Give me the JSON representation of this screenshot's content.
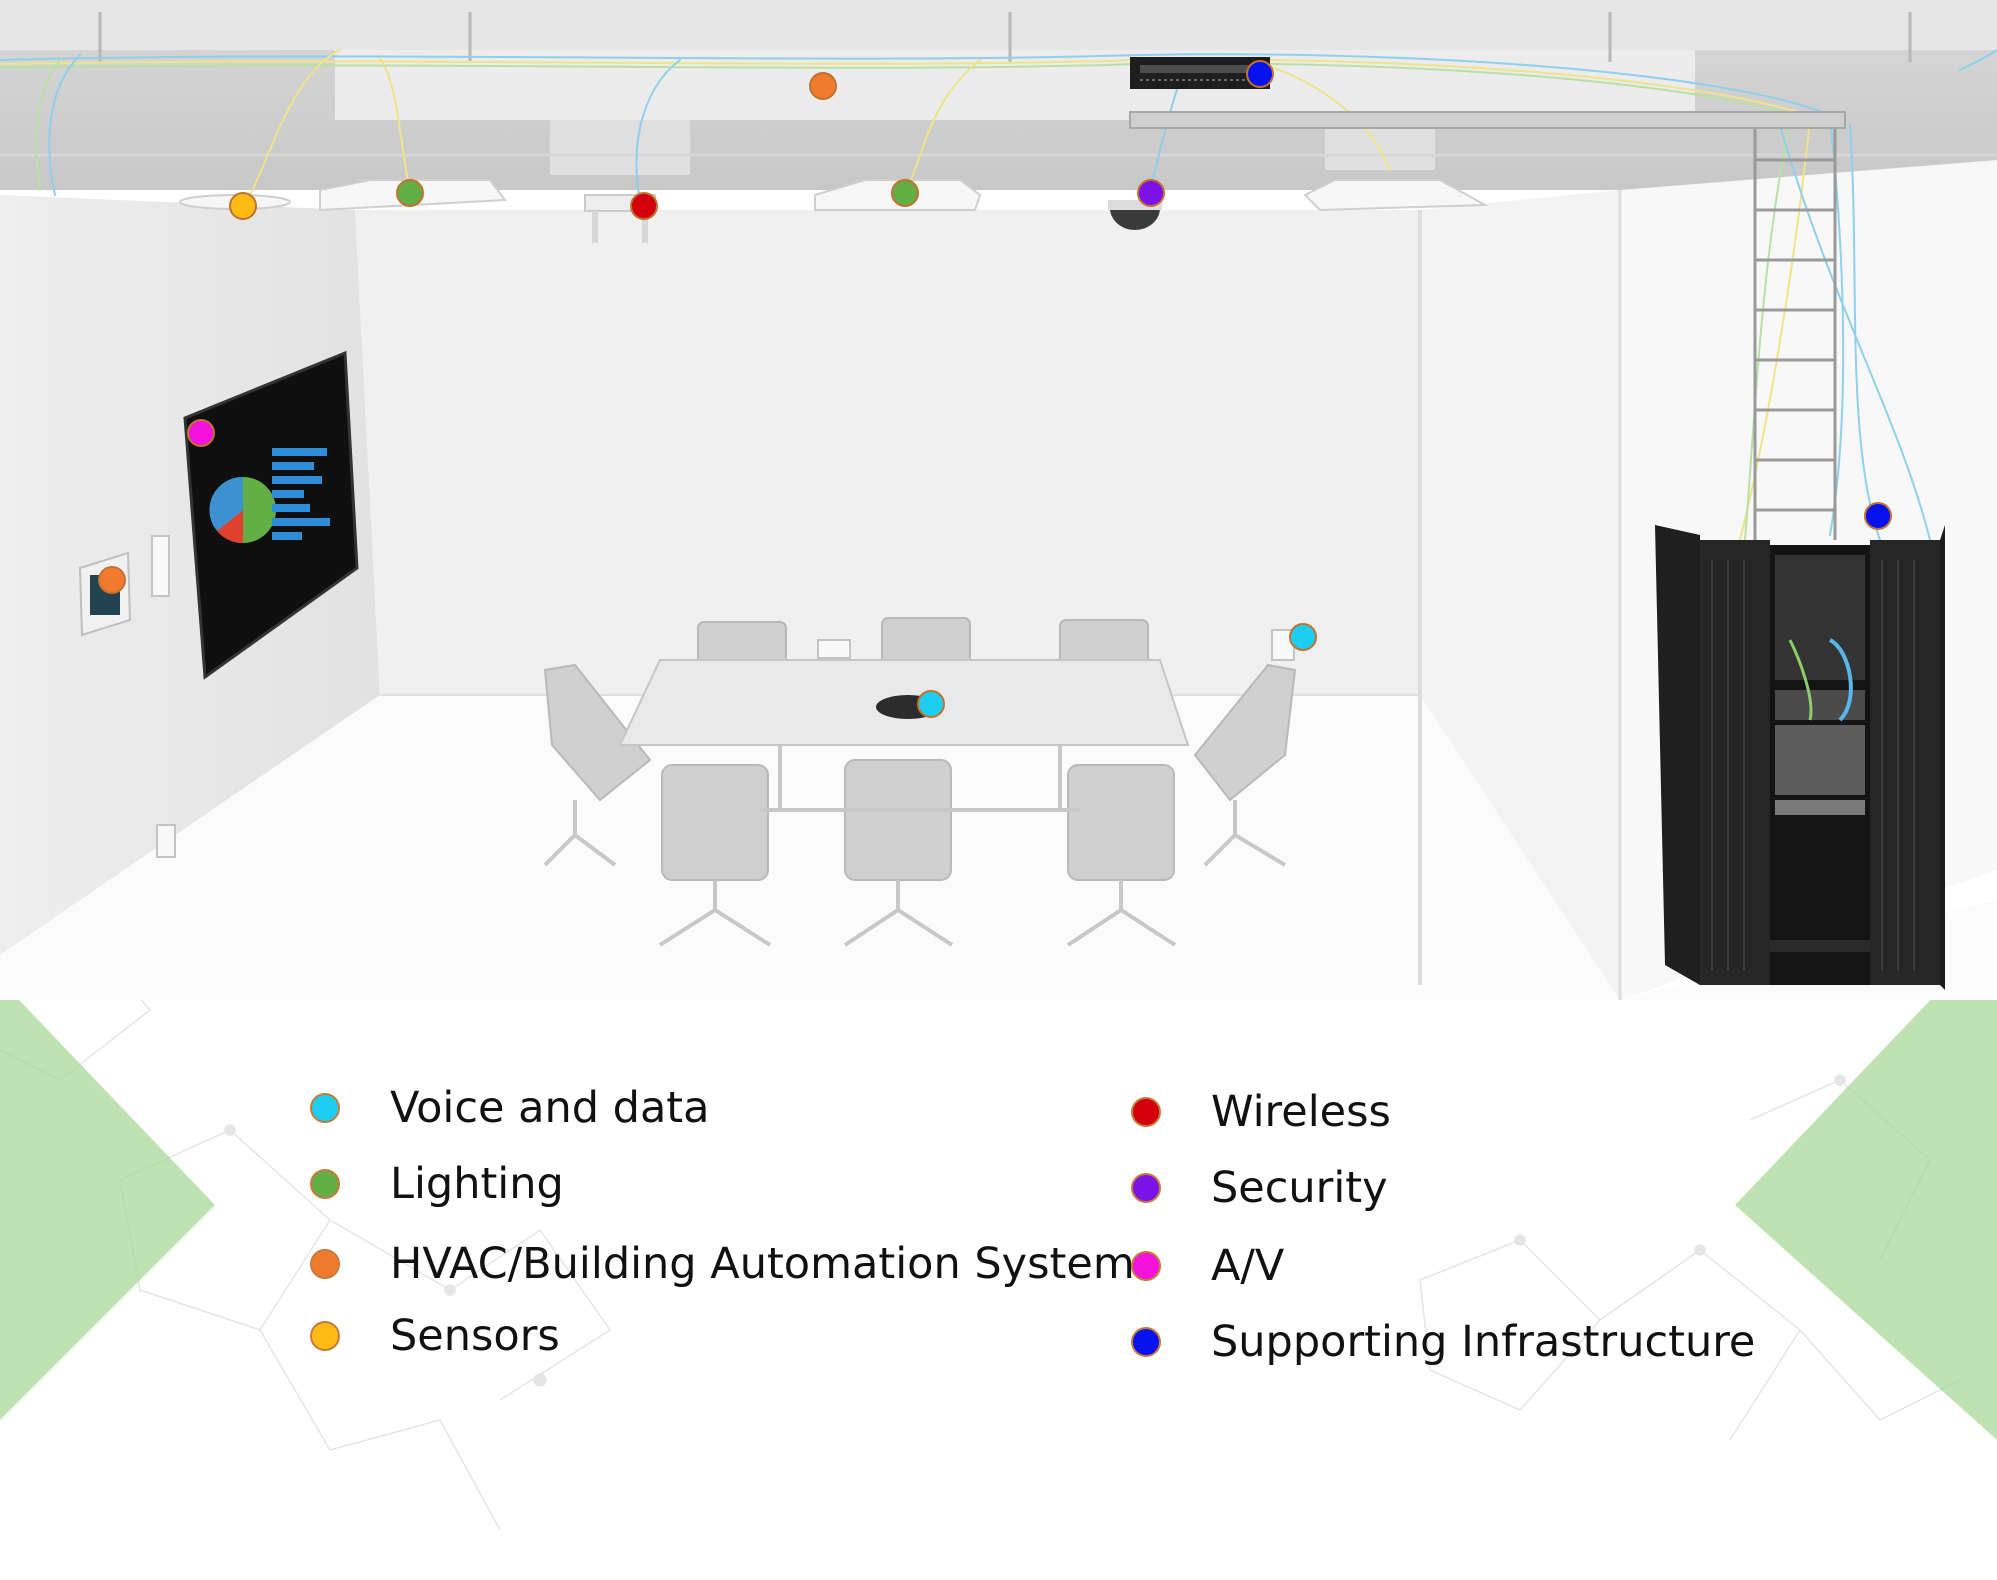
{
  "colors": {
    "voice_data": "#1fcdf2",
    "lighting": "#63ae45",
    "hvac": "#f07a2e",
    "sensors": "#fdbb14",
    "wireless": "#d1000a",
    "security": "#7b13e8",
    "av": "#f212dc",
    "infrastructure": "#0612ee",
    "accent_green": "#a9d89a"
  },
  "legend": {
    "voice_data": "Voice and data",
    "lighting": "Lighting",
    "hvac": "HVAC/Building Automation System",
    "sensors": "Sensors",
    "wireless": "Wireless",
    "security": "Security",
    "av": "A/V",
    "infrastructure": "Supporting Infrastructure"
  }
}
